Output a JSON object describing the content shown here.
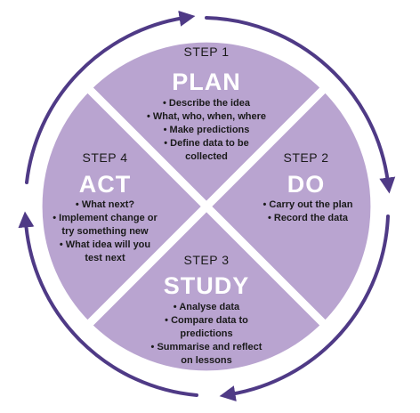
{
  "colors": {
    "sector": "#b9a4d0",
    "sector_border": "#ffffff",
    "cycle_arrow": "#4f3a86",
    "title_text": "#ffffff",
    "body_text": "#1a1a1a"
  },
  "bullet_glyph": "•",
  "quadrants": [
    {
      "id": "plan",
      "step": "STEP 1",
      "title": "PLAN",
      "bullets": [
        "Describe the idea",
        "What, who, when, where",
        "Make predictions",
        "Define data to be\ncollected"
      ]
    },
    {
      "id": "do",
      "step": "STEP 2",
      "title": "DO",
      "bullets": [
        "Carry out the plan",
        "Record the data"
      ]
    },
    {
      "id": "study",
      "step": "STEP 3",
      "title": "STUDY",
      "bullets": [
        "Analyse data",
        "Compare data to\npredictions",
        "Summarise and reflect\non lessons"
      ]
    },
    {
      "id": "act",
      "step": "STEP 4",
      "title": "ACT",
      "bullets": [
        "What next?",
        "Implement change or\ntry something new",
        "What idea will you\ntest next"
      ]
    }
  ]
}
